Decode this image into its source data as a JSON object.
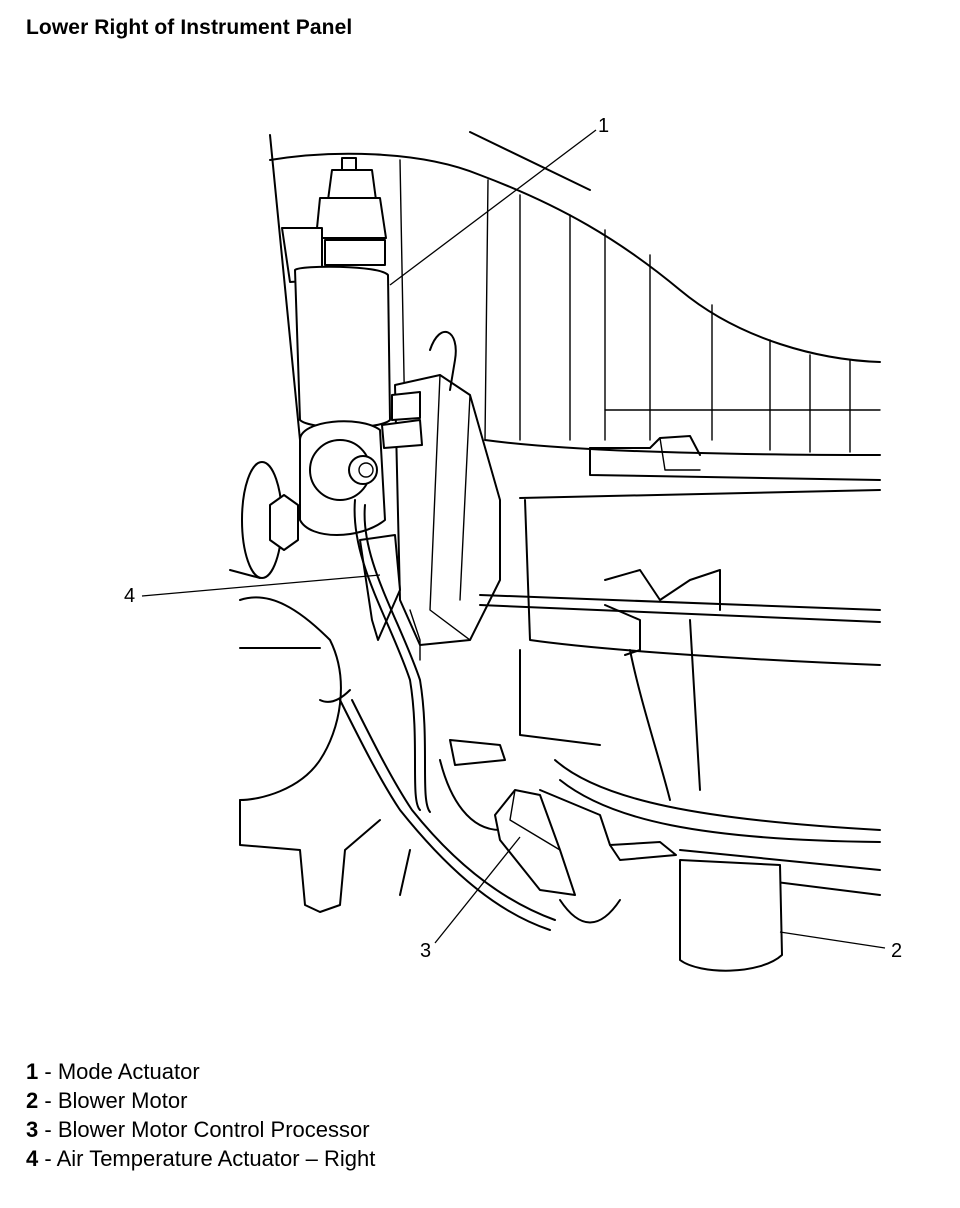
{
  "title": "Lower Right of Instrument Panel",
  "callouts": [
    "1",
    "2",
    "3",
    "4"
  ],
  "legend": [
    {
      "number": "1",
      "separator": " - ",
      "label": "Mode Actuator"
    },
    {
      "number": "2",
      "separator": " - ",
      "label": "Blower Motor"
    },
    {
      "number": "3",
      "separator": " - ",
      "label": "Blower Motor Control Processor"
    },
    {
      "number": "4",
      "separator": " - ",
      "label": "Air Temperature Actuator – Right"
    }
  ]
}
